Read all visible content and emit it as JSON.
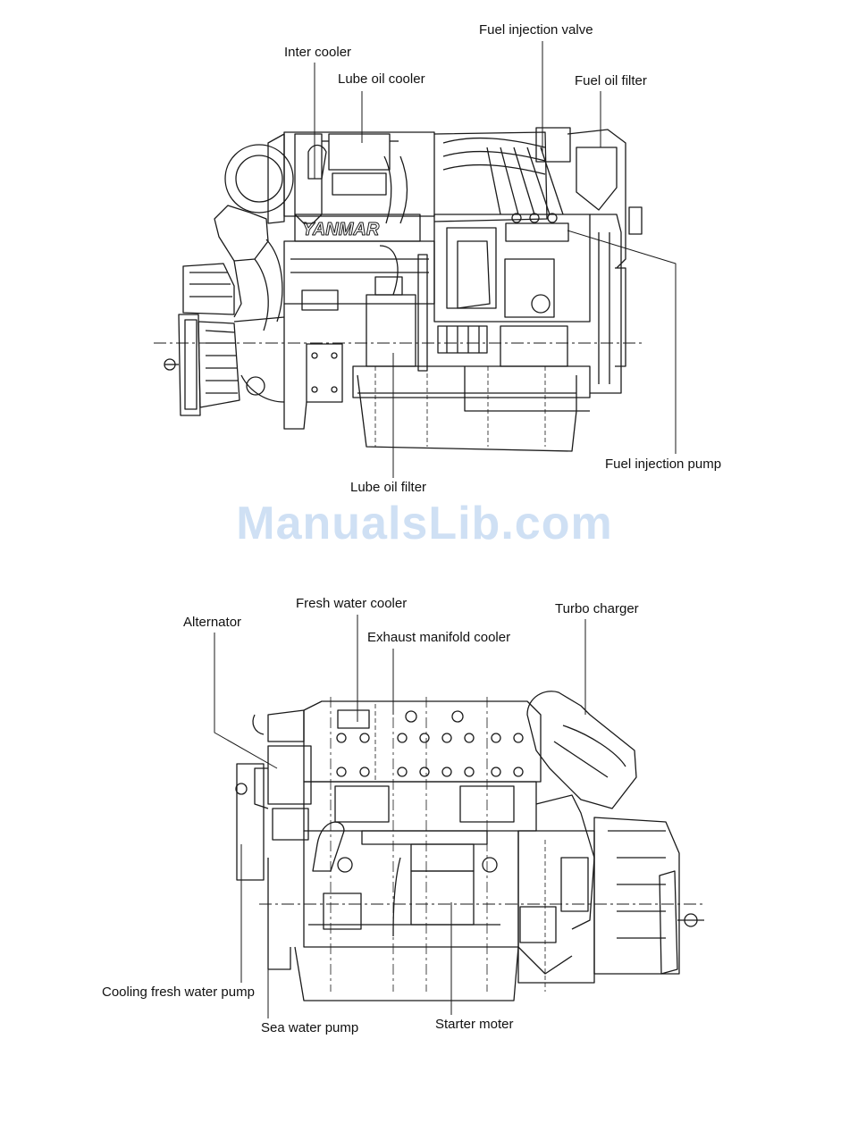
{
  "watermark": "ManualsLib.com",
  "logo_text": "YANMAR",
  "colors": {
    "line": "#1a1a1a",
    "watermark": "#cfe0f4",
    "background": "#ffffff"
  },
  "top_view": {
    "labels": {
      "inter_cooler": "Inter cooler",
      "lube_oil_cooler": "Lube oil cooler",
      "fuel_injection_valve": "Fuel injection valve",
      "fuel_oil_filter": "Fuel oil filter",
      "fuel_injection_pump": "Fuel injection pump",
      "lube_oil_filter": "Lube oil filter"
    }
  },
  "bottom_view": {
    "labels": {
      "alternator": "Alternator",
      "fresh_water_cooler": "Fresh water cooler",
      "exhaust_manifold_cooler": "Exhaust manifold cooler",
      "turbo_charger": "Turbo charger",
      "cooling_fresh_water_pump": "Cooling fresh water pump",
      "sea_water_pump": "Sea water pump",
      "starter_moter": "Starter moter"
    }
  }
}
